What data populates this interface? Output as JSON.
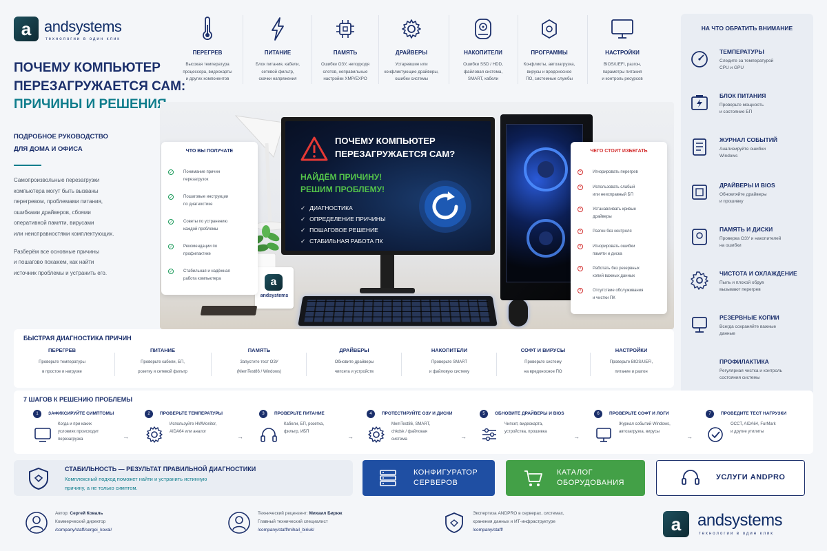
{
  "brand": {
    "logo_letter": "a",
    "name_bold": "and",
    "name_rest": "systems",
    "tagline": "технологии в один клик"
  },
  "headline": {
    "line1": "ПОЧЕМУ КОМПЬЮТЕР",
    "line2": "ПЕРЕЗАГРУЖАЕТСЯ САМ:",
    "line3": "ПРИЧИНЫ И РЕШЕНИЯ",
    "sub1": "ПОДРОБНОЕ РУКОВОДСТВО",
    "sub2": "ДЛЯ ДОМА И ОФИСА",
    "intro": [
      "Самопроизвольные перезагрузки",
      "компьютера могут быть вызваны",
      "перегревом, проблемами питания,",
      "ошибками драйверов, сбоями",
      "оперативной памяти, вирусами",
      "или неисправностями комплектующих."
    ],
    "intro2": [
      "Разберём все основные причины",
      "и пошагово покажем, как найти",
      "источник проблемы и устранить его."
    ]
  },
  "categories": [
    {
      "icon": "thermometer-icon",
      "title": "ПЕРЕГРЕВ",
      "desc": [
        "Высокая температура",
        "процессора, видеокарты",
        "и других компонентов"
      ]
    },
    {
      "icon": "lightning-icon",
      "title": "ПИТАНИЕ",
      "desc": [
        "Блок питания, кабели,",
        "сетевой фильтр,",
        "скачки напряжения"
      ]
    },
    {
      "icon": "chip-icon",
      "title": "ПАМЯТЬ",
      "desc": [
        "Ошибки ОЗУ, неподходя",
        "слотов, неправильные",
        "настройки XMP/EXPO"
      ]
    },
    {
      "icon": "gear-icon",
      "title": "ДРАЙВЕРЫ",
      "desc": [
        "Устаревшие или",
        "конфликтующие драйверы,",
        "ошибки системы"
      ]
    },
    {
      "icon": "disk-icon",
      "title": "НАКОПИТЕЛИ",
      "desc": [
        "Ошибки SSD / HDD,",
        "файловая система,",
        "SMART, кабели"
      ]
    },
    {
      "icon": "software-icon",
      "title": "ПРОГРАММЫ",
      "desc": [
        "Конфликты, автозагрузка,",
        "вирусы и вредоносное",
        "ПО, системные службы"
      ]
    },
    {
      "icon": "monitor-icon",
      "title": "НАСТРОЙКИ",
      "desc": [
        "BIOS/UEFI, разгон,",
        "параметры питания",
        "и контроль ресурсов"
      ]
    }
  ],
  "attention": {
    "title": "НА ЧТО ОБРАТИТЬ ВНИМАНИЕ",
    "items": [
      {
        "icon": "gauge-icon",
        "title": "ТЕМПЕРАТУРЫ",
        "desc": [
          "Следите за температурой",
          "CPU и GPU"
        ]
      },
      {
        "icon": "battery-icon",
        "title": "БЛОК ПИТАНИЯ",
        "desc": [
          "Проверьте мощность",
          "и состояние БП"
        ]
      },
      {
        "icon": "journal-icon",
        "title": "ЖУРНАЛ СОБЫТИЙ",
        "desc": [
          "Анализируйте ошибки",
          "Windows"
        ]
      },
      {
        "icon": "bios-icon",
        "title": "ДРАЙВЕРЫ И BIOS",
        "desc": [
          "Обновляйте драйверы",
          "и прошивку"
        ]
      },
      {
        "icon": "memory-icon",
        "title": "ПАМЯТЬ И ДИСКИ",
        "desc": [
          "Проверка ОЗУ и накопителей",
          "на ошибки"
        ]
      },
      {
        "icon": "fan-icon",
        "title": "ЧИСТОТА И ОХЛАЖДЕНИЕ",
        "desc": [
          "Пыль и плохой обдув",
          "вызывают перегрев"
        ]
      },
      {
        "icon": "backup-icon",
        "title": "РЕЗЕРВНЫЕ КОПИИ",
        "desc": [
          "Всегда сохраняйте важные",
          "данные"
        ]
      },
      {
        "icon": "",
        "title": "ПРОФИЛАКТИКА",
        "desc": [
          "Регулярная чистка и контроль",
          "состояния системы"
        ]
      }
    ]
  },
  "get_card": {
    "title": "ЧТО ВЫ ПОЛУЧАТЕ",
    "items": [
      [
        "Понимание причин",
        "перезагрузок"
      ],
      [
        "Пошаговые инструкции",
        "по диагностике"
      ],
      [
        "Советы по устранению",
        "каждой проблемы"
      ],
      [
        "Рекомендации по",
        "профилактике"
      ],
      [
        "Стабильная и надёжная",
        "работа компьютера"
      ]
    ]
  },
  "avoid_card": {
    "title": "ЧЕГО СТОИТ ИЗБЕГАТЬ",
    "items": [
      [
        "Игнорировать перегрев"
      ],
      [
        "Использовать слабый",
        "или неисправный БП"
      ],
      [
        "Устанавливать кривые",
        "драйверы"
      ],
      [
        "Разгон без контроля"
      ],
      [
        "Игнорировать ошибки",
        "памяти и диска"
      ],
      [
        "Работать без резервных",
        "копий важных данных"
      ],
      [
        "Отсутствие обслуживания",
        "и чистки ПК"
      ]
    ]
  },
  "screen": {
    "title1": "ПОЧЕМУ КОМПЬЮТЕР",
    "title2": "ПЕРЕЗАГРУЖАЕТСЯ САМ?",
    "green1": "НАЙДЁМ ПРИЧИНУ!",
    "green2": "РЕШИМ ПРОБЛЕМУ!",
    "list": [
      "ДИАГНОСТИКА",
      "ОПРЕДЕЛЕНИЕ ПРИЧИНЫ",
      "ПОШАГОВОЕ РЕШЕНИЕ",
      "СТАБИЛЬНАЯ РАБОТА ПК"
    ]
  },
  "mug_brand": "andsystems",
  "quick": {
    "title": "БЫСТРАЯ ДИАГНОСТИКА ПРИЧИН",
    "cols": [
      {
        "title": "ПЕРЕГРЕВ",
        "desc": [
          "Проверьте температуры",
          "в простое и нагрузке"
        ]
      },
      {
        "title": "ПИТАНИЕ",
        "desc": [
          "Проверьте кабели, БП,",
          "розетку и сетевой фильтр"
        ]
      },
      {
        "title": "ПАМЯТЬ",
        "desc": [
          "Запустите тест ОЗУ",
          "(MemTest86 / Windows)"
        ]
      },
      {
        "title": "ДРАЙВЕРЫ",
        "desc": [
          "Обновите драйверы",
          "чипсета и устройств"
        ]
      },
      {
        "title": "НАКОПИТЕЛИ",
        "desc": [
          "Проверьте SMART",
          "и файловую систему"
        ]
      },
      {
        "title": "СОФТ И ВИРУСЫ",
        "desc": [
          "Проверьте систему",
          "на вредоносное ПО"
        ]
      },
      {
        "title": "НАСТРОЙКИ",
        "desc": [
          "Проверьте BIOS/UEFI,",
          "питание и разгон"
        ]
      }
    ]
  },
  "steps": {
    "title": "7 ШАГОВ К РЕШЕНИЮ ПРОБЛЕМЫ",
    "items": [
      {
        "num": "1",
        "icon": "screen-icon",
        "title": "ЗАФИКСИРУЙТЕ СИМПТОМЫ",
        "desc": [
          "Когда и при каких",
          "условиях происходит",
          "перезагрузка"
        ]
      },
      {
        "num": "2",
        "icon": "gear-icon",
        "title": "ПРОВЕРЬТЕ ТЕМПЕРАТУРЫ",
        "desc": [
          "Используйте HWMonitor,",
          "AIDA64 или аналог"
        ]
      },
      {
        "num": "3",
        "icon": "headset-icon",
        "title": "ПРОВЕРЬТЕ ПИТАНИЕ",
        "desc": [
          "Кабели, БП, розетка,",
          "фильтр, ИБП"
        ]
      },
      {
        "num": "4",
        "icon": "gear-icon",
        "title": "ПРОТЕСТИРУЙТЕ ОЗУ И ДИСКИ",
        "desc": [
          "MemTest86, SMART,",
          "chkdsk / файловая",
          "система"
        ]
      },
      {
        "num": "5",
        "icon": "sliders-icon",
        "title": "ОБНОВИТЕ ДРАЙВЕРЫ И BIOS",
        "desc": [
          "Чипсет, видеокарта,",
          "устройства, прошивка"
        ]
      },
      {
        "num": "6",
        "icon": "logs-icon",
        "title": "ПРОВЕРЬТЕ СОФТ И ЛОГИ",
        "desc": [
          "Журнал событий Windows,",
          "автозагрузка, вирусы"
        ]
      },
      {
        "num": "7",
        "icon": "check-icon",
        "title": "ПРОВЕДИТЕ ТЕСТ НАГРУЗКИ",
        "desc": [
          "OCCT, AIDA64, FurMark",
          "и другие утилиты"
        ]
      }
    ]
  },
  "banner": {
    "title": "СТАБИЛЬНОСТЬ — РЕЗУЛЬТАТ ПРАВИЛЬНОЙ ДИАГНОСТИКИ",
    "desc": [
      "Комплексный подход поможет найти и устранить истинную",
      "причину, а не только симптом."
    ]
  },
  "buttons": {
    "configurator": [
      "КОНФИГУРАТОР",
      "СЕРВЕРОВ"
    ],
    "catalog": [
      "КАТАЛОГ",
      "ОБОРУДОВАНИЯ"
    ],
    "services": "УСЛУГИ ANDPRO"
  },
  "footer": {
    "author": {
      "label": "Автор: ",
      "name": "Сергей Коваль",
      "role": "Коммерческий директор",
      "link": "/company/staff/sergei_koval/"
    },
    "reviewer": {
      "label": "Технический рецензент: ",
      "name": "Михаил Бирюк",
      "role": "Главный технический специалист",
      "link": "/company/staff/mihail_biriuk/"
    },
    "expertise": {
      "line1": "Экспертиза ANDPRO в серверах, системах,",
      "line2": "хранения данных и ИТ-инфраструктуре",
      "link": "/company/staff/"
    }
  },
  "colors": {
    "navy": "#1b2f6b",
    "teal": "#0f7d8c",
    "blue_btn": "#1f4fa3",
    "green_btn": "#43a047"
  }
}
